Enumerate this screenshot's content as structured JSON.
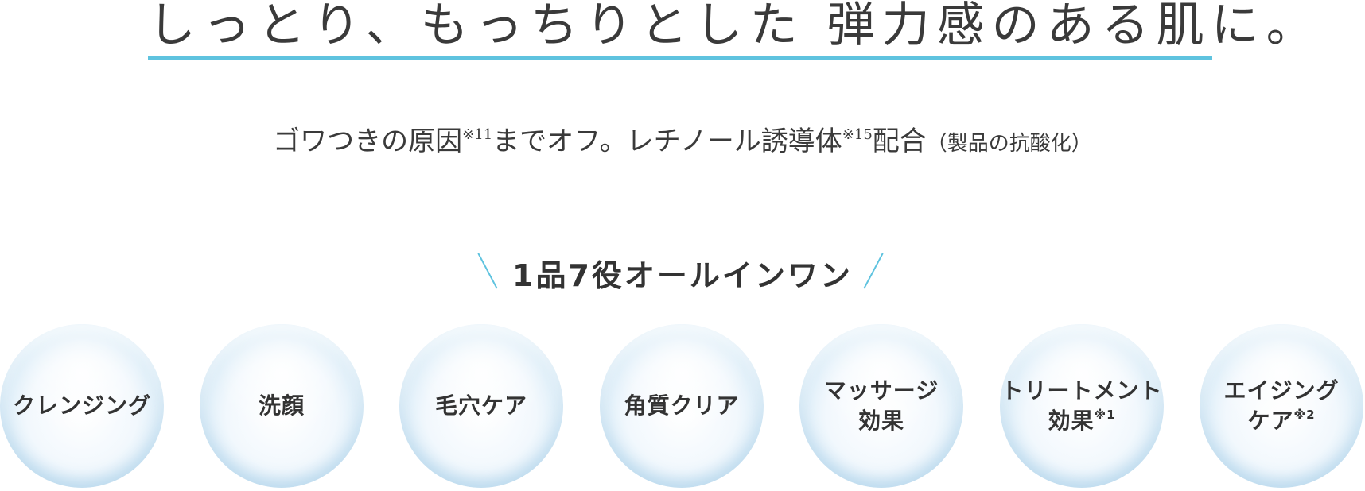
{
  "headline": {
    "text": "しっとり、もっちりとした 弾力感のある肌に。",
    "underline_color": "#5fc3df"
  },
  "subline": {
    "part1": "ゴワつきの原因",
    "note1": "※11",
    "part2": "までオフ。レチノール誘導体",
    "note2": "※15",
    "part3": "配合",
    "small": "（製品の抗酸化）"
  },
  "allinone": {
    "label": "1品7役オールインワン",
    "accent_color": "#5fc3df"
  },
  "features": [
    {
      "label": "クレンジング",
      "note": ""
    },
    {
      "label": "洗顔",
      "note": ""
    },
    {
      "label": "毛穴ケア",
      "note": ""
    },
    {
      "label": "角質クリア",
      "note": ""
    },
    {
      "label": "マッサージ\n効果",
      "note": ""
    },
    {
      "label": "トリートメント\n効果",
      "note": "※1"
    },
    {
      "label": "エイジング\nケア",
      "note": "※2"
    }
  ]
}
